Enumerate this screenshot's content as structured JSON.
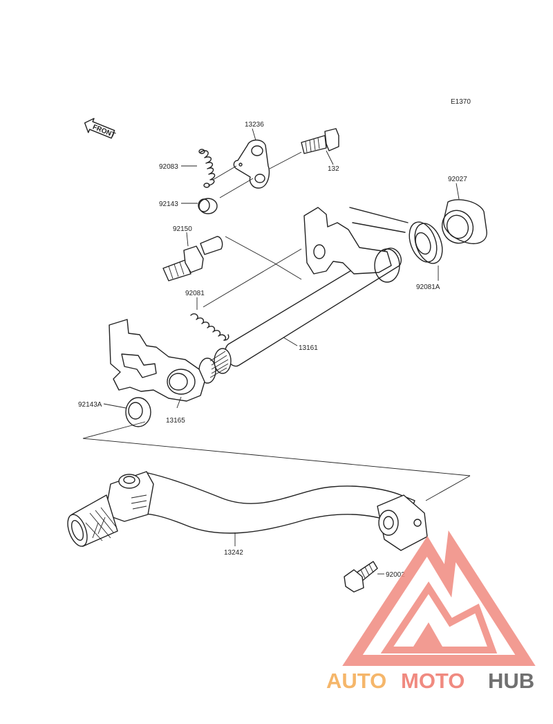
{
  "diagram": {
    "code": "E1370",
    "front_label": "FRONT",
    "parts": {
      "p13236": "13236",
      "p92083": "92083",
      "p132": "132",
      "p92143": "92143",
      "p92027": "92027",
      "p92150": "92150",
      "p92081A": "92081A",
      "p92081": "92081",
      "p13161": "13161",
      "p92143A": "92143A",
      "p13165": "13165",
      "p13242": "13242",
      "p92002": "92002"
    }
  },
  "watermark": {
    "brand_part1": "AUTO",
    "brand_part2": "MOTO",
    "brand_part3": "HUB",
    "colors": {
      "orange": "#f5b66a",
      "red": "#f08a80",
      "gray": "#707070"
    }
  }
}
